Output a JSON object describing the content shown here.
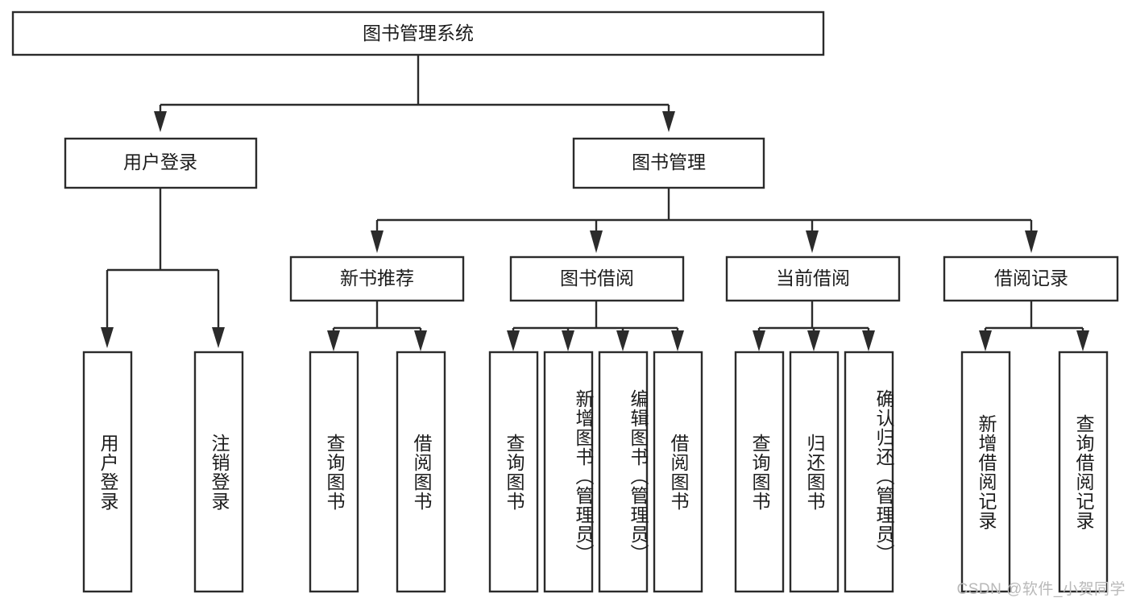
{
  "diagram": {
    "title": "图书管理系统",
    "type": "tree",
    "orientation": "top-down",
    "colors": {
      "box_fill": "#ffffff",
      "box_stroke": "#2b2b2b",
      "text": "#1c1c1c",
      "background": "#ffffff",
      "watermark": "#b9b9b9"
    },
    "root": {
      "id": "root",
      "label": "图书管理系统",
      "text_orientation": "horizontal"
    },
    "level2": [
      {
        "id": "user-login",
        "label": "用户登录",
        "text_orientation": "horizontal"
      },
      {
        "id": "book-manage",
        "label": "图书管理",
        "text_orientation": "horizontal"
      }
    ],
    "level3": [
      {
        "id": "new-book-rec",
        "label": "新书推荐",
        "text_orientation": "horizontal",
        "parent": "book-manage"
      },
      {
        "id": "book-borrow",
        "label": "图书借阅",
        "text_orientation": "horizontal",
        "parent": "book-manage"
      },
      {
        "id": "current-borrow",
        "label": "当前借阅",
        "text_orientation": "horizontal",
        "parent": "book-manage"
      },
      {
        "id": "borrow-record",
        "label": "借阅记录",
        "text_orientation": "horizontal",
        "parent": "book-manage"
      }
    ],
    "leaves": [
      {
        "id": "leaf-user-login",
        "label": "用户登录",
        "parent": "user-login",
        "text_orientation": "vertical"
      },
      {
        "id": "leaf-logout",
        "label": "注销登录",
        "parent": "user-login",
        "text_orientation": "vertical"
      },
      {
        "id": "leaf-query-book-1",
        "label": "查询图书",
        "parent": "new-book-rec",
        "text_orientation": "vertical"
      },
      {
        "id": "leaf-borrow-book-1",
        "label": "借阅图书",
        "parent": "new-book-rec",
        "text_orientation": "vertical"
      },
      {
        "id": "leaf-query-book-2",
        "label": "查询图书",
        "parent": "book-borrow",
        "text_orientation": "vertical"
      },
      {
        "id": "leaf-add-book",
        "label": "新增图书（管理员）",
        "parent": "book-borrow",
        "text_orientation": "vertical"
      },
      {
        "id": "leaf-edit-book",
        "label": "编辑图书（管理员）",
        "parent": "book-borrow",
        "text_orientation": "vertical"
      },
      {
        "id": "leaf-borrow-book-2",
        "label": "借阅图书",
        "parent": "book-borrow",
        "text_orientation": "vertical"
      },
      {
        "id": "leaf-query-book-3",
        "label": "查询图书",
        "parent": "current-borrow",
        "text_orientation": "vertical"
      },
      {
        "id": "leaf-return-book",
        "label": "归还图书",
        "parent": "current-borrow",
        "text_orientation": "vertical"
      },
      {
        "id": "leaf-confirm-return",
        "label": "确认归还（管理员）",
        "parent": "current-borrow",
        "text_orientation": "vertical"
      },
      {
        "id": "leaf-add-record",
        "label": "新增借阅记录",
        "parent": "borrow-record",
        "text_orientation": "vertical"
      },
      {
        "id": "leaf-query-record",
        "label": "查询借阅记录",
        "parent": "borrow-record",
        "text_orientation": "vertical"
      }
    ]
  },
  "watermark": {
    "text": "CSDN @软件_小贺同学"
  }
}
